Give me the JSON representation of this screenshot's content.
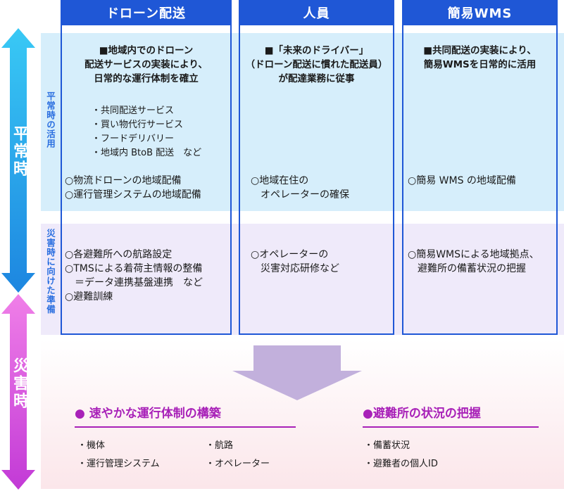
{
  "columns": [
    {
      "title": "ドローン配送"
    },
    {
      "title": "人員"
    },
    {
      "title": "簡易WMS"
    }
  ],
  "side": {
    "normal_big": "平常時",
    "disaster_big": "災害時",
    "normal_small": "平常時の活用",
    "prep_small": "災害時に向けた準備"
  },
  "normal": {
    "drone_lead": [
      "■地域内でのドローン",
      "配送サービスの実装により、",
      "日常的な運行体制を確立"
    ],
    "drone_services": [
      "・共同配送サービス",
      "・買い物代行サービス",
      "・フードデリバリー",
      "・地域内 BtoB 配送　など"
    ],
    "drone_items": [
      "○物流ドローンの地域配備",
      "○運行管理システムの地域配備"
    ],
    "people_lead": [
      "■「未来のドライバー」",
      "（ドローン配送に慣れた配送員）",
      "が配達業務に従事"
    ],
    "people_items": [
      "○地域在住の",
      "　オペレーターの確保"
    ],
    "wms_lead": [
      "■共同配送の実装により、",
      "簡易WMSを日常的に活用"
    ],
    "wms_items": [
      "○簡易 WMS の地域配備"
    ]
  },
  "prep": {
    "drone_items": [
      "○各避難所への航路設定",
      "○TMSによる着荷主情報の整備",
      "　＝データ連携基盤連携　など",
      "○避難訓練"
    ],
    "people_items": [
      "○オペレーターの",
      "　災害対応研修など"
    ],
    "wms_items": [
      "○簡易WMSによる地域拠点、",
      "　避難所の備蓄状況の把握"
    ]
  },
  "disaster": {
    "left_heading": "● 速やかな運行体制の構築",
    "left_points_a": [
      "・機体",
      "・運行管理システム"
    ],
    "left_points_b": [
      "・航路",
      "・オペレーター"
    ],
    "right_heading": "●避難所の状況の把握",
    "right_points": [
      "・備蓄状況",
      "・避難者の個人ID"
    ]
  },
  "colors": {
    "accent_blue": "#1f57d6",
    "normal_band": "#d6eefb",
    "prep_band": "#efeafa",
    "disaster_accent": "#a821b8",
    "arrow_purple": "#c2b0dc"
  }
}
